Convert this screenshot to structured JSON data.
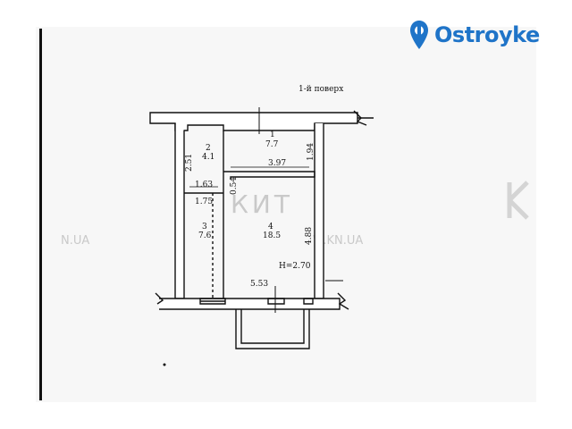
{
  "brand": {
    "name": "Ostroyke",
    "icon": "location-pin-icon",
    "color": "#1f74c8"
  },
  "plan": {
    "floor_label": "1-й поверх",
    "ceiling_height": "Н=2.70",
    "rooms": [
      {
        "number": "1",
        "area": "7.7"
      },
      {
        "number": "2",
        "area": "4.1"
      },
      {
        "number": "3",
        "area": "7.6"
      },
      {
        "number": "4",
        "area": "18.5"
      }
    ],
    "dimensions": {
      "room2_height": "2.51",
      "room1_height": "1.94",
      "room1_width": "3.97",
      "partition": "0.54",
      "room2_width": "1.63",
      "room3_width": "1.75",
      "room4_height": "4.88",
      "total_width": "5.53"
    }
  },
  "watermarks": {
    "left": "N.UA",
    "center": "КИТ",
    "url": "W.KN.UA"
  }
}
